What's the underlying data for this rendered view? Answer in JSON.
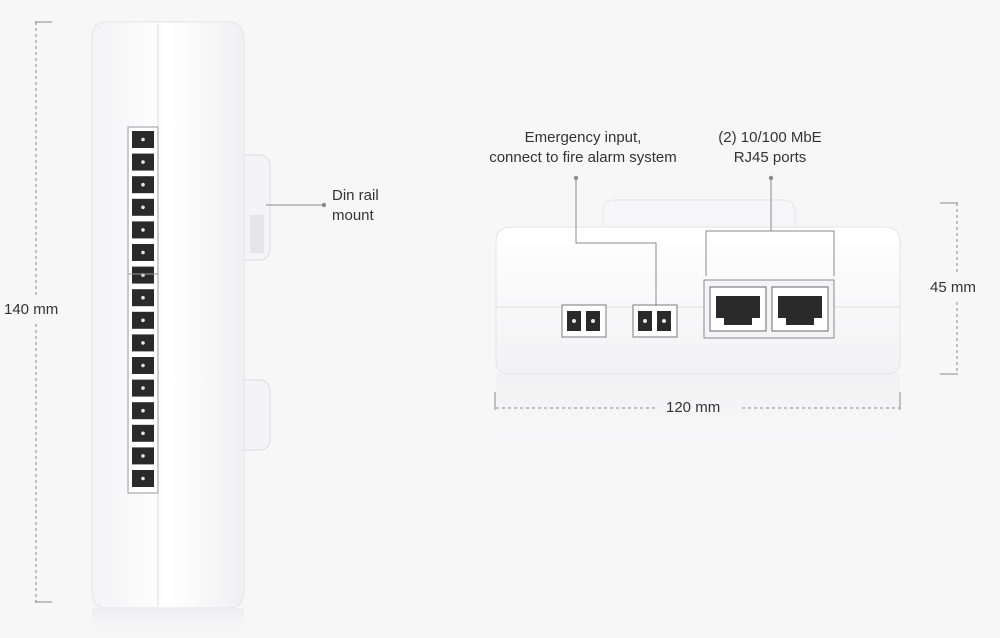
{
  "dimensions": {
    "height_left": "140 mm",
    "height_right": "45 mm",
    "width_bottom": "120 mm"
  },
  "callouts": {
    "din_rail": [
      "Din rail",
      "mount"
    ],
    "emergency": [
      "Emergency input,",
      "connect to fire alarm system"
    ],
    "rj45": [
      "(2) 10/100 MbE",
      "RJ45 ports"
    ]
  },
  "colors": {
    "device_body": "#ffffff",
    "device_shade": "#ececee",
    "terminal": "#2a2a2a",
    "dimension_line": "#8a8a8a",
    "text": "#333333"
  }
}
